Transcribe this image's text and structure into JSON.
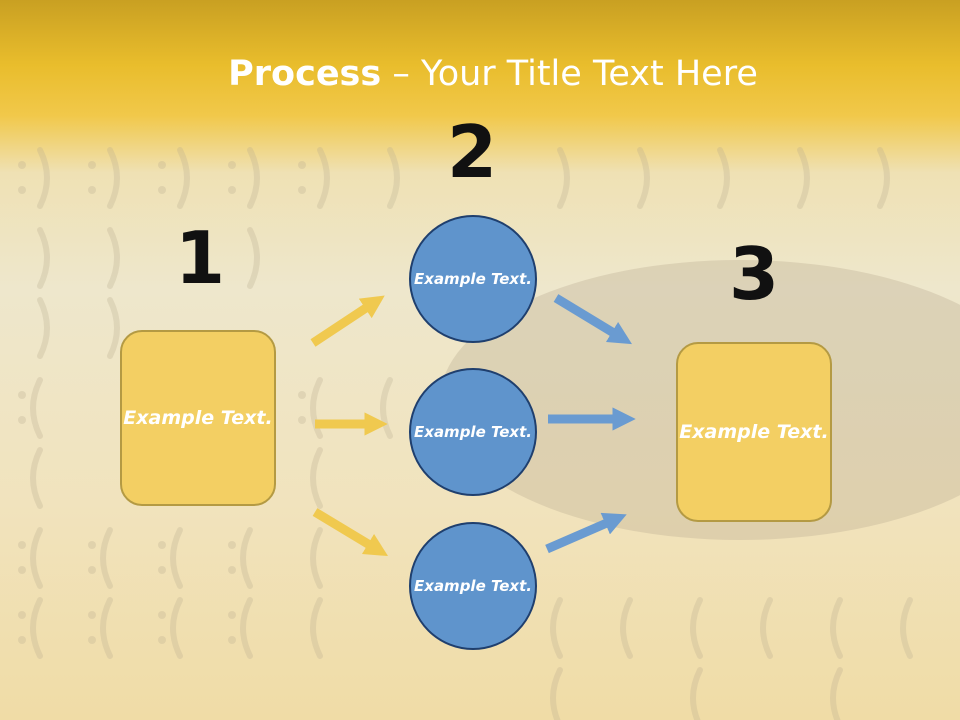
{
  "title": {
    "bold": "Process",
    "rest": " – Your Title Text Here"
  },
  "steps": [
    {
      "number": "1",
      "box_text": "Example Text."
    },
    {
      "number": "2",
      "circles": [
        "Example Text.",
        "Example Text.",
        "Example Text."
      ]
    },
    {
      "number": "3",
      "box_text": "Example Text."
    }
  ],
  "colors": {
    "box_fill": "#f3cf63",
    "circle_fill": "#5f94cc",
    "yellow_arrow": "#f0c94f",
    "blue_arrow": "#6a9bd1"
  }
}
